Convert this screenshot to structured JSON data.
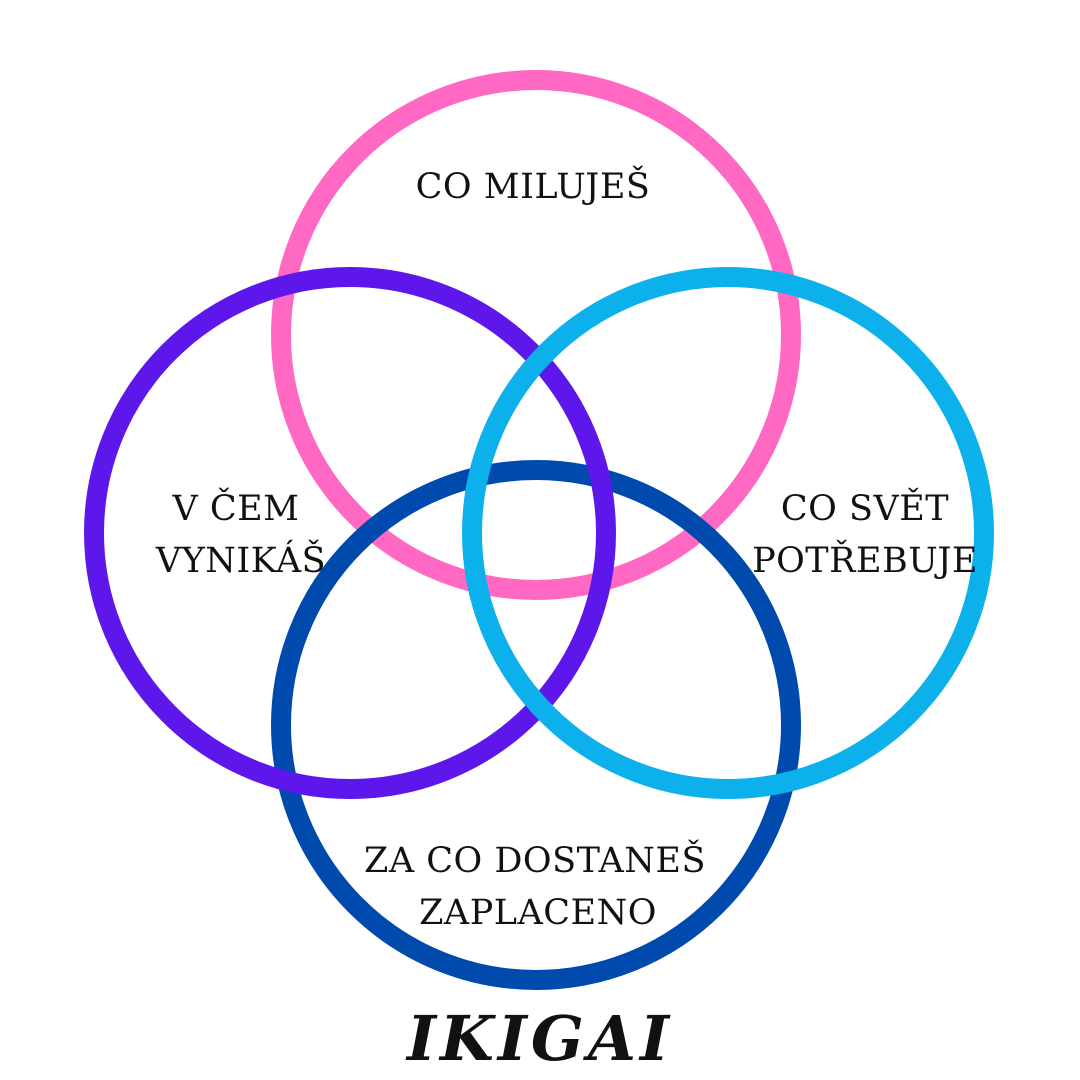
{
  "circles": [
    {
      "id": "love",
      "label_lines": [
        "CO MILUJEŠ"
      ],
      "color": "#ff69c4"
    },
    {
      "id": "good_at",
      "label_lines": [
        "V ČEM",
        "VYNIKÁŠ"
      ],
      "color": "#5e17eb"
    },
    {
      "id": "world_needs",
      "label_lines": [
        "CO SVĚT",
        "POTŘEBUJE"
      ],
      "color": "#0cb0ea"
    },
    {
      "id": "paid_for",
      "label_lines": [
        "ZA CO DOSTANEŠ",
        "ZAPLACENO"
      ],
      "color": "#004aad"
    }
  ],
  "title": "IKIGAI"
}
